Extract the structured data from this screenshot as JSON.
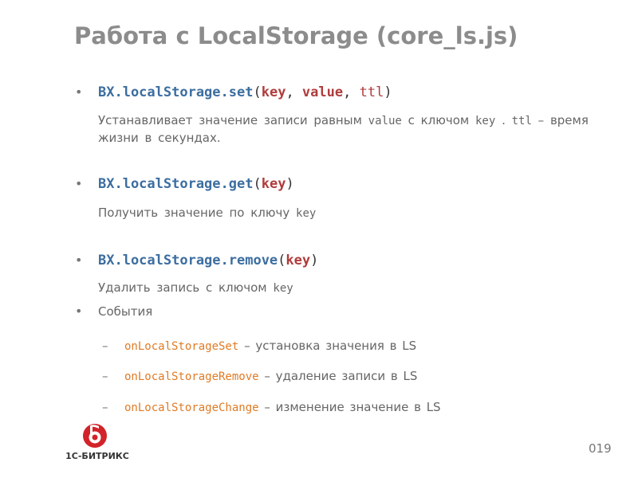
{
  "title": "Работа с LocalStorage (core_ls.js)",
  "items": [
    {
      "fn": "BX.localStorage.set",
      "open": "(",
      "args": [
        "key",
        ", ",
        "value",
        ", ",
        "ttl"
      ],
      "close": ")",
      "desc_parts": [
        "Устанавливает значение записи равным ",
        "value",
        " с ключом ",
        "key",
        " . ",
        "ttl",
        " – время жизни в секундах."
      ]
    },
    {
      "fn": "BX.localStorage.get",
      "open": "(",
      "args": [
        "key"
      ],
      "close": ")",
      "desc_parts": [
        "Получить значение по ключу ",
        "key"
      ]
    },
    {
      "fn": "BX.localStorage.remove",
      "open": "(",
      "args": [
        "key"
      ],
      "close": ")",
      "desc_parts": [
        "Удалить запись с ключом ",
        "key"
      ]
    }
  ],
  "events": {
    "label": "События",
    "dash": "–",
    "list": [
      {
        "name": "onLocalStorageSet",
        "text": " – установка значения в LS"
      },
      {
        "name": "onLocalStorageRemove",
        "text": " – удаление записи в LS"
      },
      {
        "name": "onLocalStorageChange",
        "text": " – изменение значение в LS"
      }
    ]
  },
  "bullet_glyph": "•",
  "logo": {
    "text": "1С-БИТРИКС",
    "color": "#d2232a"
  },
  "page_number": "019"
}
